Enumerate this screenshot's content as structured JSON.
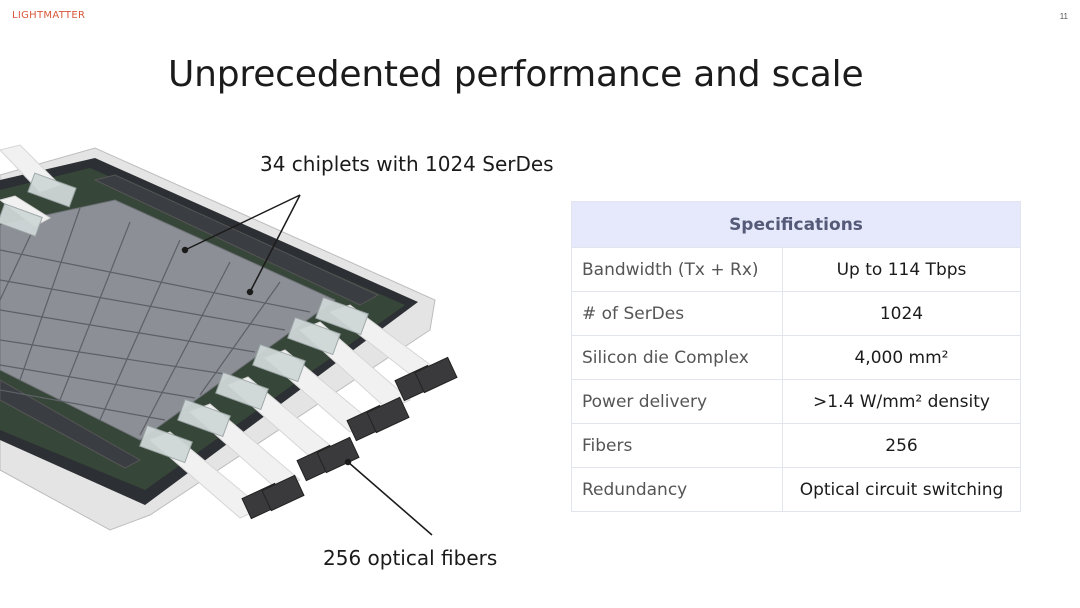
{
  "header": {
    "logo_text": "LIGHTMATTER",
    "page_number": "11"
  },
  "title": "Unprecedented performance and scale",
  "callouts": {
    "chiplets": "34 chiplets with 1024 SerDes",
    "fibers": "256 optical fibers"
  },
  "specs": {
    "heading": "Specifications",
    "rows": [
      {
        "label": "Bandwidth (Tx + Rx)",
        "value": "Up to 114 Tbps"
      },
      {
        "label": "# of SerDes",
        "value": "1024"
      },
      {
        "label": "Silicon die Complex",
        "value": "4,000 mm²"
      },
      {
        "label": "Power delivery",
        "value": ">1.4 W/mm² density"
      },
      {
        "label": "Fibers",
        "value": "256"
      },
      {
        "label": "Redundancy",
        "value": "Optical circuit switching"
      }
    ]
  },
  "image": {
    "subject": "photonic-chip-package-with-optical-fibers"
  }
}
